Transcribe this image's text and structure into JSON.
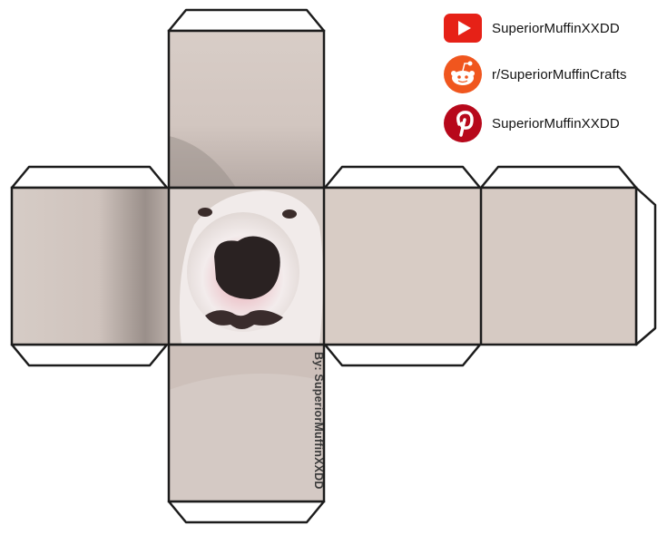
{
  "socials": {
    "youtube": {
      "label": "SuperiorMuffinXXDD",
      "icon": "youtube-icon",
      "color": "#e62117"
    },
    "reddit": {
      "label": "r/SuperiorMuffinCrafts",
      "icon": "reddit-icon",
      "color": "#f0561e"
    },
    "pinterest": {
      "label": "SuperiorMuffinXXDD",
      "icon": "pinterest-icon",
      "color": "#b7081b"
    }
  },
  "credit": "By: SuperiorMuffinXXDD",
  "colors": {
    "face": "#d4c8c0",
    "outline": "#1c1c1c",
    "dog_nose": "#2a2222",
    "dog_muzzle": "#d89aa6"
  }
}
